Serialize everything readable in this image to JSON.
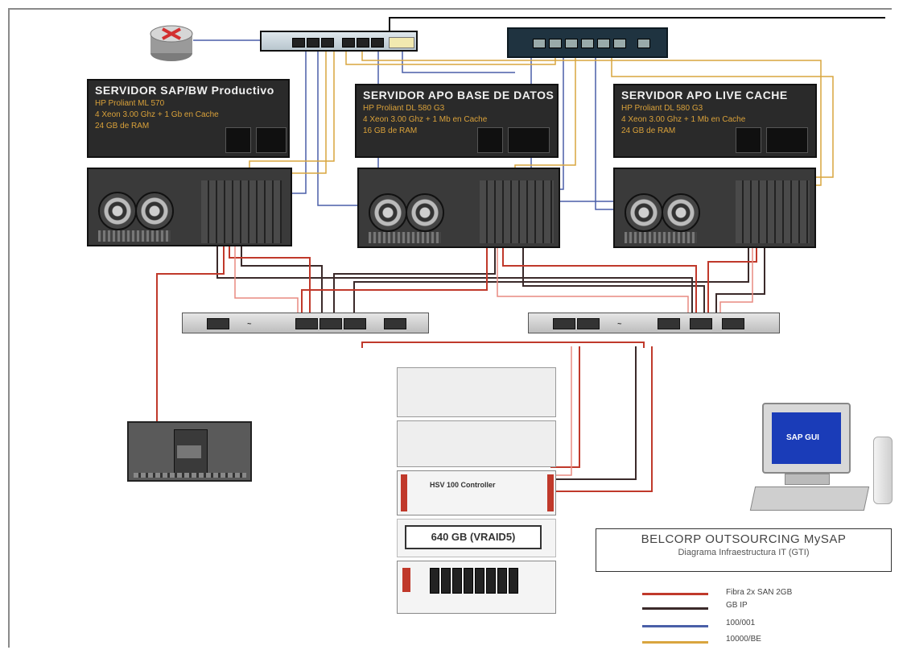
{
  "servers": [
    {
      "title": "SERVIDOR SAP/BW Productivo",
      "lines": [
        "HP Proliant ML 570",
        "4 Xeon 3.00 Ghz + 1 Gb en Cache",
        "24 GB de RAM"
      ]
    },
    {
      "title": "SERVIDOR APO BASE DE DATOS",
      "lines": [
        "HP Proliant DL 580 G3",
        "4 Xeon 3.00 Ghz + 1 Mb en Cache",
        "16 GB de RAM"
      ]
    },
    {
      "title": "SERVIDOR APO LIVE CACHE",
      "lines": [
        "HP Proliant DL 580 G3",
        "4 Xeon 3.00 Ghz + 1 Mb en Cache",
        "24 GB de RAM"
      ]
    }
  ],
  "storage": {
    "capacity_label": "640 GB (VRAID5)",
    "controller_label": "HSV 100 Controller"
  },
  "workstation": {
    "screen_text": "SAP GUI"
  },
  "title_block": {
    "main": "BELCORP OUTSOURCING MySAP",
    "sub": "Diagrama Infraestructura IT (GTI)"
  },
  "legend": [
    {
      "label": "Fibra 2x SAN 2GB",
      "color": "#c0392b"
    },
    {
      "label": "GB IP",
      "color": "#3b2a2a"
    },
    {
      "label": "100/001",
      "color": "#4a5fa8"
    },
    {
      "label": "10000/BE",
      "color": "#d9a53f"
    }
  ],
  "colors": {
    "fiber": "#c0392b",
    "fiber_light": "#e88a80",
    "gbip": "#3b2a2a",
    "lan100": "#4a5fa8",
    "lan_orange": "#d9a53f"
  },
  "icons": [
    "router-icon",
    "network-switch-icon",
    "server-icon",
    "san-switch-icon",
    "storage-array-icon",
    "tape-library-icon",
    "workstation-icon"
  ]
}
